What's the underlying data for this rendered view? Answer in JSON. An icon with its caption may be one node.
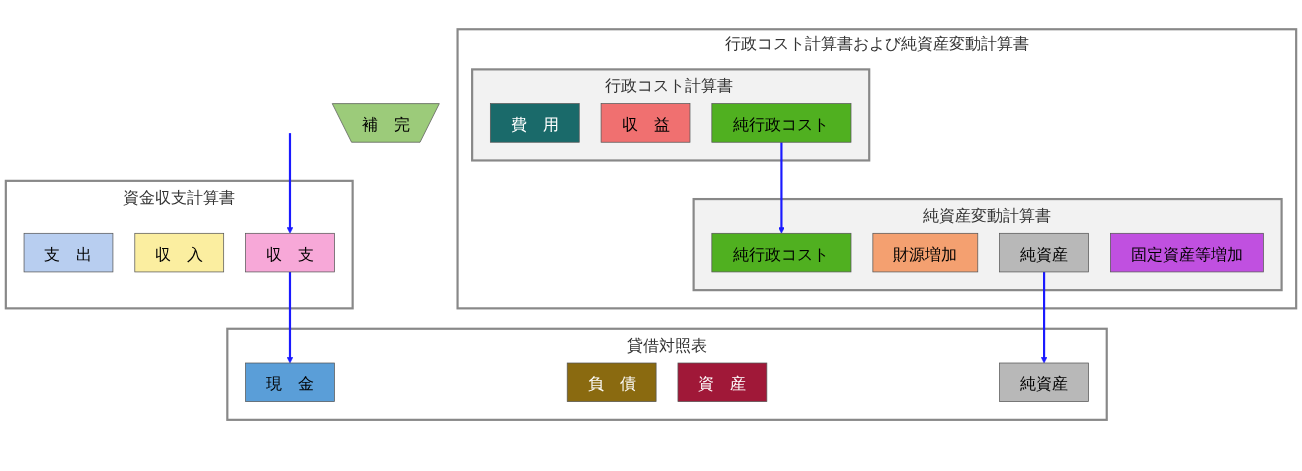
{
  "diagram": {
    "nodes": [
      {
        "text": [
          "資金収支計算書"
        ]
      },
      {
        "text": [
          "支　出"
        ],
        "in": 0
      },
      {
        "text": [
          "収　入"
        ],
        "in": 0
      },
      {
        "text": [
          "収　支"
        ],
        "in": 0
      },
      {
        "text": [
          "貸借対照表"
        ]
      },
      {
        "text": [
          "現　金"
        ],
        "in": 4
      },
      {
        "text": [
          "負　債"
        ],
        "in": 4
      },
      {
        "text": [
          "資　産"
        ],
        "in": 4
      },
      {
        "text": [
          "純資産"
        ],
        "in": 4
      },
      {
        "text": [
          "行政コスト計算書および純資産変動計算書"
        ]
      },
      {
        "text": [
          "行政コスト計算書"
        ],
        "in": 9
      },
      {
        "text": [
          "費　用"
        ],
        "in": 10
      },
      {
        "text": [
          "収　益"
        ],
        "in": 10
      },
      {
        "text": [
          "純行政コスト"
        ],
        "in": 10
      },
      {
        "text": [
          "純資産変動計算書"
        ],
        "in": 9
      },
      {
        "text": [
          "純行政コスト"
        ],
        "in": 14
      },
      {
        "text": [
          "財源増加"
        ],
        "in": 14
      },
      {
        "text": [
          "純資産"
        ],
        "in": 14
      },
      {
        "text": [
          "固定資産等増加"
        ],
        "in": 14
      },
      {
        "text": [
          "補　完"
        ]
      }
    ],
    "edges": [
      {
        "from": 3,
        "to": 5,
        "arrow": "to"
      },
      {
        "from": 13,
        "to": 15,
        "arrow": "to"
      },
      {
        "from": 17,
        "to": 8,
        "arrow": "to"
      },
      {
        "from": null,
        "to": 3,
        "arrow": "to"
      }
    ]
  }
}
